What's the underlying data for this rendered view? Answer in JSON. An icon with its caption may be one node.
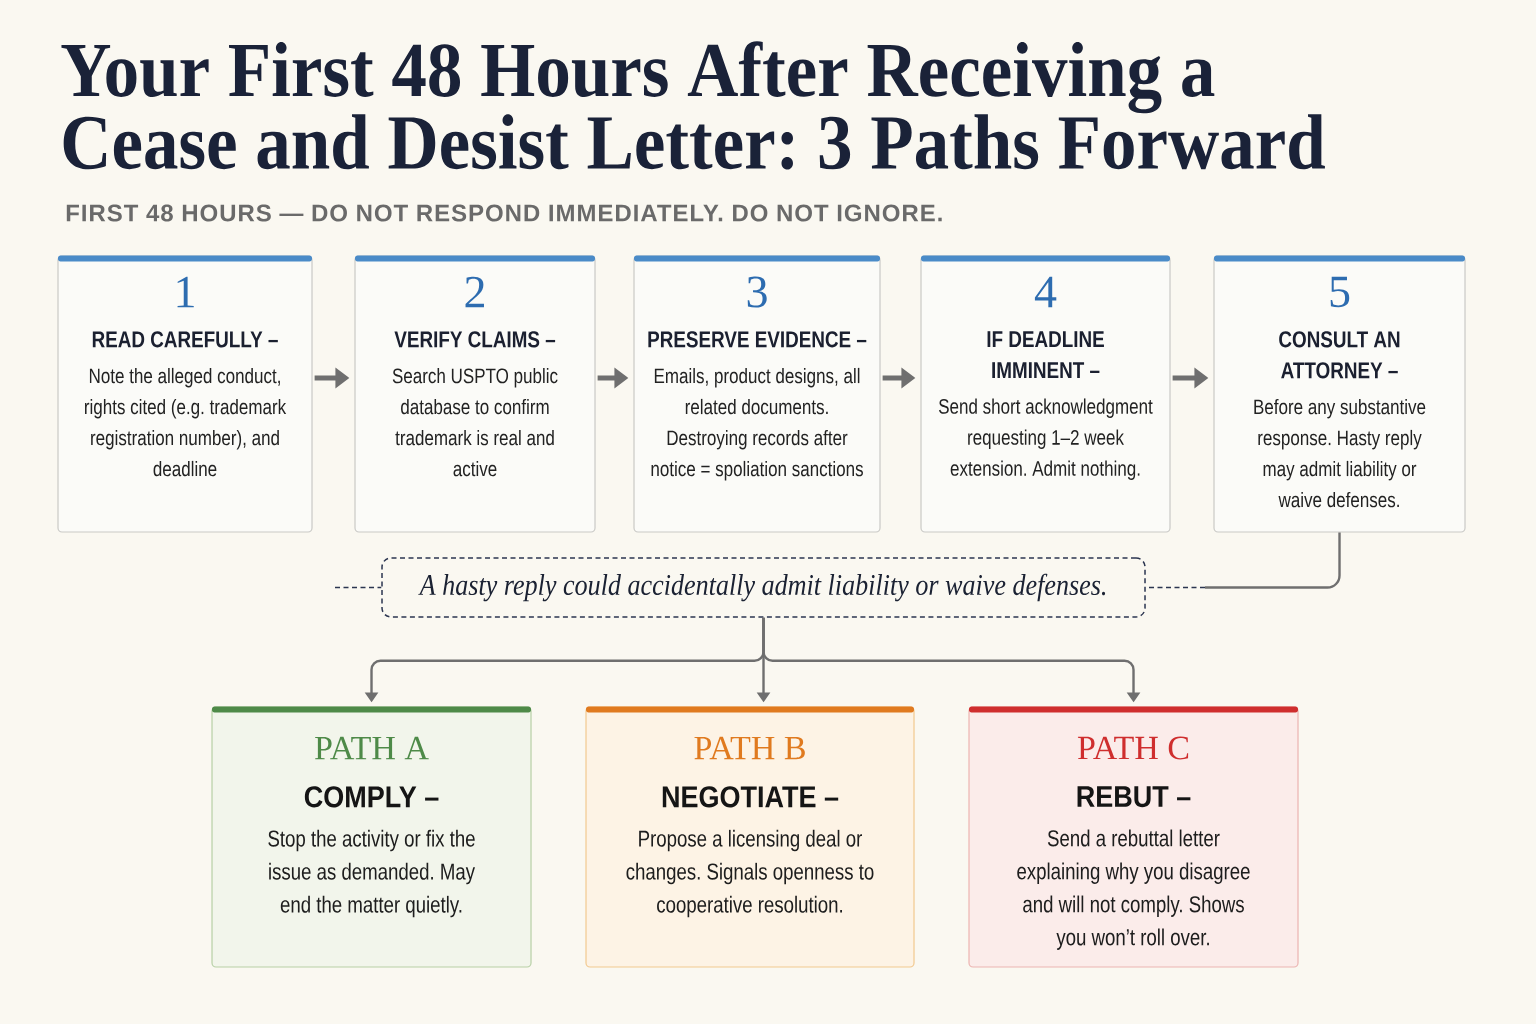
{
  "diagram": {
    "title": "Your First 48 Hours After Receiving a Cease and Desist Letter: 3 Paths Forward",
    "nodes": [
      {
        "text": [
          "1",
          "READ CAREFULLY –",
          "Note the alleged conduct, rights cited (e.g. trademark registration number), and deadline"
        ]
      },
      {
        "text": [
          "2",
          "VERIFY CLAIMS –",
          "Search USPTO public database to confirm trademark is real and active"
        ]
      },
      {
        "text": [
          "3",
          "PRESERVE EVIDENCE –",
          "Emails, product designs, all related documents. Destroying records after notice = spoliation sanctions"
        ]
      },
      {
        "text": [
          "4",
          "IF DEADLINE IMMINENT –",
          "Send short acknowledgment requesting 1–2 week extension. Admit nothing."
        ]
      },
      {
        "text": [
          "5",
          "CONSULT AN ATTORNEY –",
          "Before any substantive response. Hasty reply may admit liability or waive defenses."
        ]
      },
      {
        "text": [
          "A hasty reply could accidentally admit liability or waive defenses."
        ]
      },
      {
        "text": [
          "PATH A",
          "COMPLY –",
          "Stop the activity or fix the issue as demanded. May end the matter quietly."
        ]
      },
      {
        "text": [
          "PATH B",
          "NEGOTIATE –",
          "Propose a licensing deal or changes. Signals openness to cooperative resolution."
        ]
      },
      {
        "text": [
          "PATH C",
          "REBUT –",
          "Send a rebuttal letter explaining why you disagree and will not comply. Shows you won’t roll over."
        ]
      }
    ],
    "edges": [
      {
        "from": 0,
        "to": 1,
        "arrow": "to",
        "style": "thick"
      },
      {
        "from": 1,
        "to": 2,
        "arrow": "to",
        "style": "thick"
      },
      {
        "from": 2,
        "to": 3,
        "arrow": "to",
        "style": "thick"
      },
      {
        "from": 3,
        "to": 4,
        "arrow": "to",
        "style": "thick"
      },
      {
        "from": 4,
        "to": 5,
        "arrow": "none"
      },
      {
        "from": null,
        "to": 5,
        "arrow": "none",
        "style": "dashed",
        "color": "#2b3550"
      },
      {
        "from": 5,
        "to": 6,
        "arrow": "to"
      },
      {
        "from": 5,
        "to": 7,
        "arrow": "to"
      },
      {
        "from": 5,
        "to": 8,
        "arrow": "to"
      }
    ],
    "labels": [
      "FIRST 48 HOURS — DO NOT RESPOND IMMEDIATELY. DO NOT IGNORE."
    ]
  }
}
